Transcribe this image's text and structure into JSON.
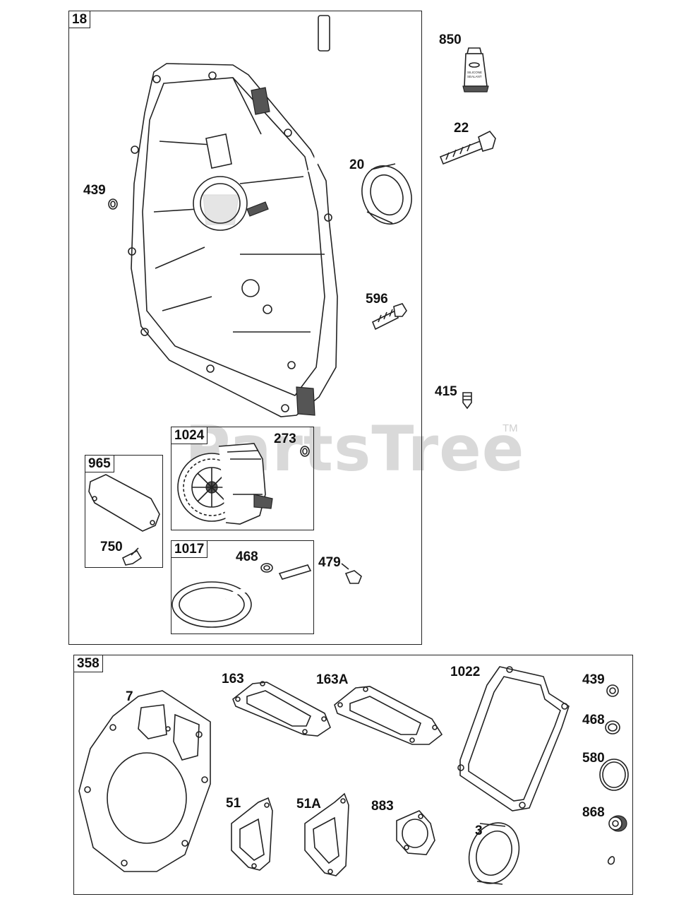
{
  "watermark": {
    "text": "PartsTree",
    "trademark": "TM"
  },
  "boxes": {
    "main": "18",
    "oil_pump": "1024",
    "cover": "965",
    "pickup": "1017",
    "gasket_set": "358"
  },
  "labels": {
    "sealant": "850",
    "bolt_long": "22",
    "seal": "20",
    "washer_left": "439",
    "bolt_short": "596",
    "plug": "415",
    "oring_pump": "273",
    "screw_cover": "750",
    "oring_pickup": "468",
    "screw_pickup": "479",
    "head_gasket": "7",
    "gasket_163": "163",
    "gasket_163a": "163A",
    "gasket_1022": "1022",
    "washer_set": "439",
    "oring_set": "468",
    "oring_580": "580",
    "seal_868": "868",
    "gasket_51": "51",
    "gasket_51a": "51A",
    "gasket_883": "883",
    "seal_3": "3"
  },
  "tube_text": [
    "SILICONE",
    "SEALANT"
  ]
}
